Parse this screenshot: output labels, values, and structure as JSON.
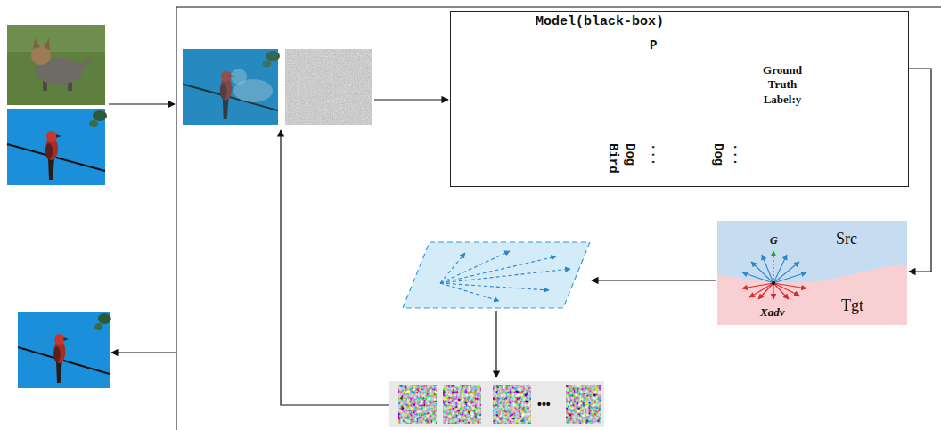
{
  "diagram": {
    "nodes": [
      {
        "text": [
          "Model(black-box)",
          "P",
          "Bird",
          "Dog",
          "...",
          "Dog",
          "...",
          "Ground Truth Label:y"
        ]
      },
      {
        "text": [
          "G",
          "Src",
          "Xadv",
          "Tgt"
        ]
      }
    ],
    "edges": [
      {
        "from": 0,
        "to": 1,
        "arrow": "to"
      }
    ],
    "labels": [
      "•••"
    ]
  }
}
